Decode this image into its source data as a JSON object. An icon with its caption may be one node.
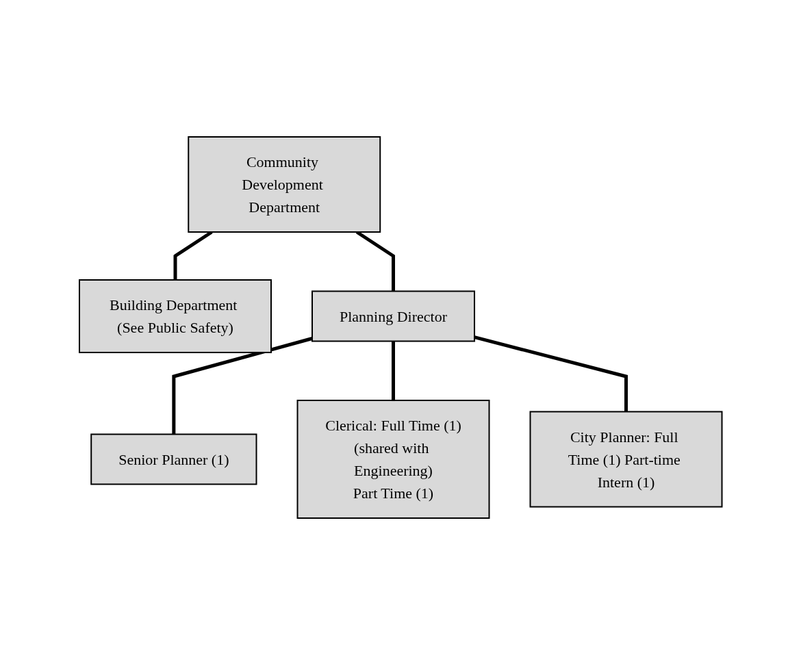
{
  "diagram": {
    "nodes": [
      {
        "text": [
          "Community Development Department"
        ]
      },
      {
        "text": [
          "Building Department (See Public Safety)"
        ]
      },
      {
        "text": [
          "Planning Director"
        ]
      },
      {
        "text": [
          "Senior Planner (1)"
        ]
      },
      {
        "text": [
          "City Planner: Full Time (1) Part-time Intern (1)"
        ]
      },
      {
        "text": [
          "Clerical: Full Time (1)",
          "(shared with Engineering)",
          "Part Time (1)"
        ]
      }
    ],
    "edges": [
      {
        "from": 0,
        "to": 1,
        "arrow": "none"
      },
      {
        "from": 0,
        "to": 2,
        "arrow": "none"
      },
      {
        "from": 2,
        "to": 3,
        "arrow": "none"
      },
      {
        "from": 2,
        "to": 5,
        "arrow": "none"
      },
      {
        "from": 2,
        "to": 4,
        "arrow": "none"
      }
    ]
  }
}
